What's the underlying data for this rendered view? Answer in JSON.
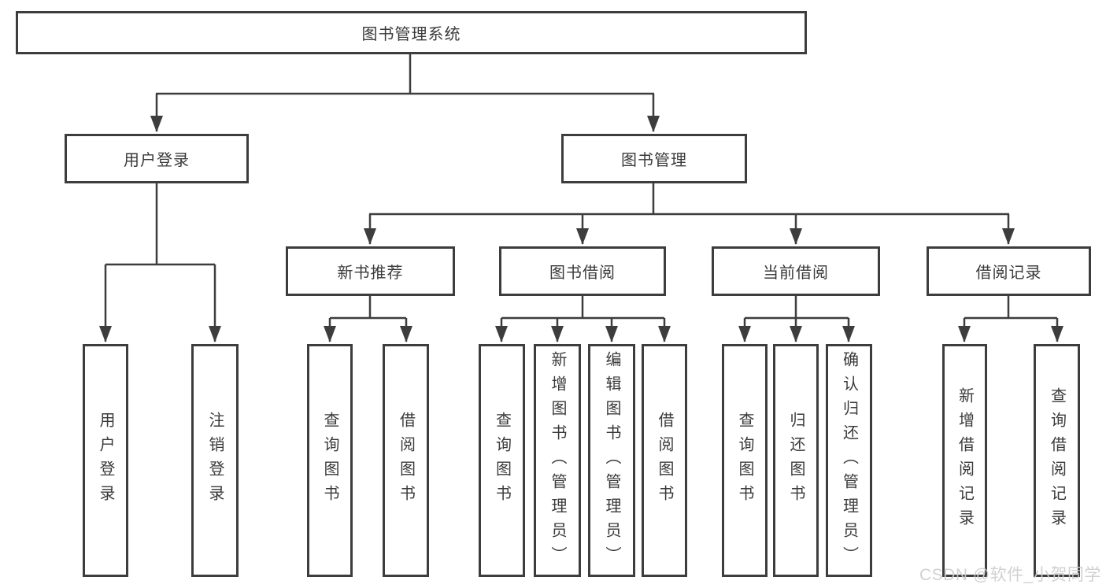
{
  "nodes": {
    "root": "图书管理系统",
    "user_login": "用户登录",
    "book_management": "图书管理",
    "new_book_recommend": "新书推荐",
    "book_borrowing": "图书借阅",
    "current_borrowing": "当前借阅",
    "borrowing_records": "借阅记录",
    "leaf_user_login": "用户登录",
    "leaf_logout": "注销登录",
    "recommend_query_books": "查询图书",
    "recommend_borrow_books": "借阅图书",
    "borrowing_query_books": "查询图书",
    "borrowing_add_books_admin": "新增图书（管理员）",
    "borrowing_edit_books_admin": "编辑图书（管理员）",
    "borrowing_borrow_books": "借阅图书",
    "current_query_books": "查询图书",
    "current_return_books": "归还图书",
    "current_confirm_return_admin": "确认归还（管理员）",
    "records_add_borrow_record": "新增借阅记录",
    "records_query_borrow_record": "查询借阅记录"
  },
  "watermark": "CSDN @软件_小贺同学",
  "colors": {
    "background": "#ffffff",
    "box_border": "#3d3d3d",
    "line": "#3d3d3d",
    "text": "#3a3a3a",
    "watermark": "#cdcdcd"
  }
}
